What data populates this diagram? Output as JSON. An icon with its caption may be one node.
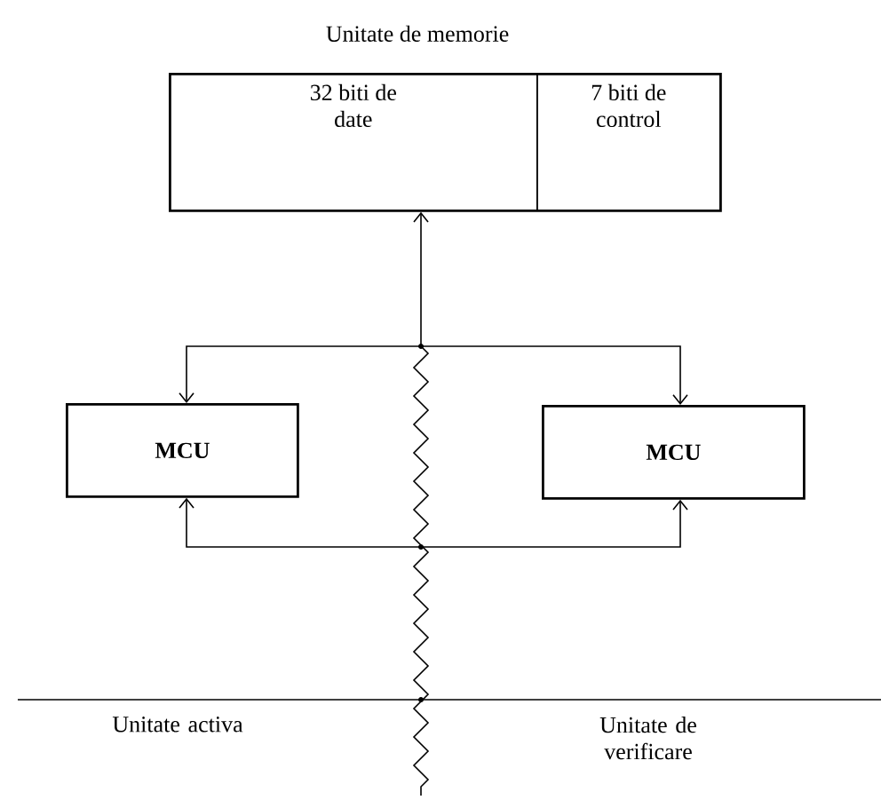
{
  "diagram": {
    "nodes": [
      {
        "text": [
          "Unitate de memorie"
        ]
      },
      {
        "text": [
          "32 biti de date"
        ],
        "in": 0
      },
      {
        "text": [
          "7 biti de control"
        ],
        "in": 0
      },
      {
        "text": [
          "MCU"
        ]
      },
      {
        "text": [
          "MCU"
        ]
      }
    ],
    "edges": [
      {
        "from": 0,
        "to": 3,
        "arrow": "both"
      },
      {
        "from": 0,
        "to": 4,
        "arrow": "both"
      },
      {
        "from": 3,
        "to": 4,
        "arrow": "both"
      }
    ],
    "labels": [
      "Unitate activa",
      "Unitate de verificare"
    ]
  }
}
